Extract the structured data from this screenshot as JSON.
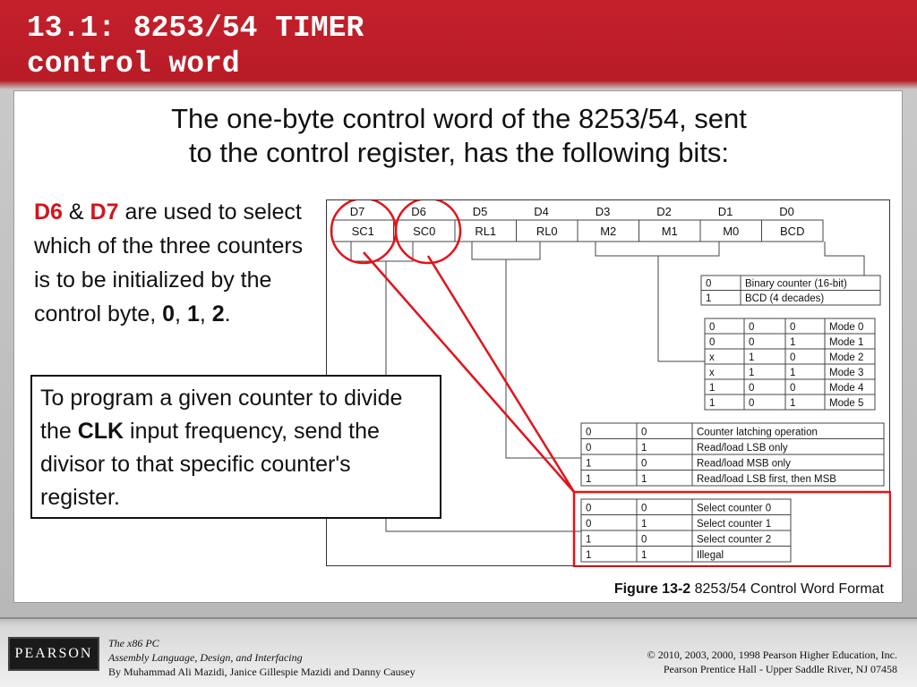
{
  "title": {
    "line1": "13.1: 8253/54 TIMER",
    "line2": "control word"
  },
  "intro": {
    "line1": "The one-byte control word of the 8253/54, sent",
    "line2": "to the control register, has the following bits:"
  },
  "left_text": {
    "d6": "D6",
    "amp": " & ",
    "d7": "D7",
    "rest": " are used to select which of the three counters is to be initialized by the control byte, ",
    "v0": "0",
    "comma1": ", ",
    "v1": "1",
    "comma2": ", ",
    "v2": "2",
    "period": "."
  },
  "program_box": {
    "pre": "To program a given counter to divide the ",
    "clk": "CLK",
    "post": " input frequency, send the divisor to that specific counter's register."
  },
  "figure": {
    "bit_labels": [
      "D7",
      "D6",
      "D5",
      "D4",
      "D3",
      "D2",
      "D1",
      "D0"
    ],
    "bit_names": [
      "SC1",
      "SC0",
      "RL1",
      "RL0",
      "M2",
      "M1",
      "M0",
      "BCD"
    ],
    "bcd_table": [
      [
        "0",
        "Binary counter (16-bit)"
      ],
      [
        "1",
        "BCD (4 decades)"
      ]
    ],
    "mode_table": [
      [
        "0",
        "0",
        "0",
        "Mode 0"
      ],
      [
        "0",
        "0",
        "1",
        "Mode 1"
      ],
      [
        "x",
        "1",
        "0",
        "Mode 2"
      ],
      [
        "x",
        "1",
        "1",
        "Mode 3"
      ],
      [
        "1",
        "0",
        "0",
        "Mode 4"
      ],
      [
        "1",
        "0",
        "1",
        "Mode 5"
      ]
    ],
    "rl_table": [
      [
        "0",
        "0",
        "Counter latching operation"
      ],
      [
        "0",
        "1",
        "Read/load LSB only"
      ],
      [
        "1",
        "0",
        "Read/load MSB only"
      ],
      [
        "1",
        "1",
        "Read/load LSB first, then MSB"
      ]
    ],
    "sc_table": [
      [
        "0",
        "0",
        "Select counter 0"
      ],
      [
        "0",
        "1",
        "Select counter 1"
      ],
      [
        "1",
        "0",
        "Select counter 2"
      ],
      [
        "1",
        "1",
        "Illegal"
      ]
    ]
  },
  "caption": {
    "label": "Figure 13-2",
    "text": " 8253/54 Control Word Format"
  },
  "footer": {
    "logo": "PEARSON",
    "book_line1": "The x86 PC",
    "book_line2": "Assembly Language, Design, and Interfacing",
    "book_line3": "By Muhammad Ali Mazidi, Janice Gillespie Mazidi and Danny Causey",
    "copyright1": "© 2010, 2003, 2000, 1998 Pearson Higher Education, Inc.",
    "copyright2": "Pearson Prentice Hall - Upper Saddle River, NJ 07458"
  },
  "colors": {
    "header_red": "#c4202c",
    "highlight_red": "#e0141c"
  }
}
